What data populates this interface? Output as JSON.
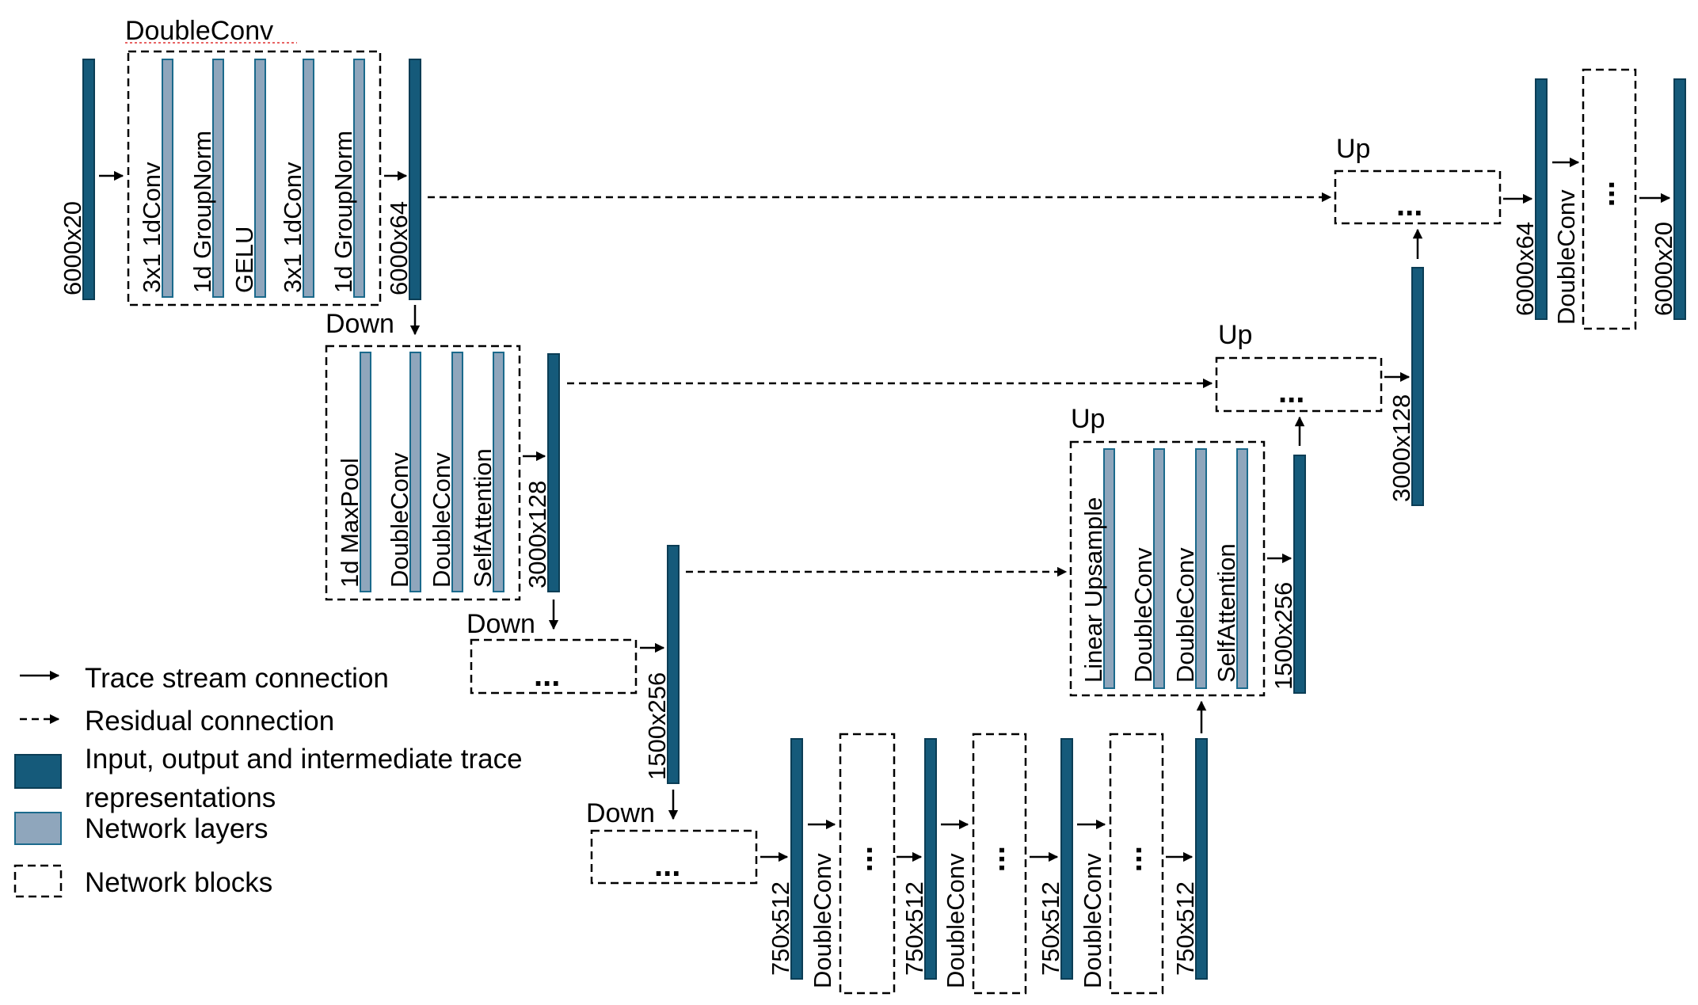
{
  "colors": {
    "representation_fill": "#155A7A",
    "representation_stroke": "#0B3D55",
    "layer_fill": "#8FA6BC",
    "layer_stroke": "#1B6A8C",
    "line": "#000000",
    "spell_underline": "#E03030"
  },
  "block_titles": {
    "doubleconv": "DoubleConv",
    "down_1": "Down",
    "down_2": "Down",
    "down_3": "Down",
    "up_1": "Up",
    "up_2": "Up",
    "up_3": "Up"
  },
  "representations": {
    "r1_input": "6000x20",
    "r2_enc1": "6000x64",
    "r3_enc2": "3000x128",
    "r4_enc3": "1500x256",
    "r5_b1": "750x512",
    "r6_b2": "750x512",
    "r7_b3": "750x512",
    "r8_b4": "750x512",
    "r9_dec3": "1500x256",
    "r10_dec2": "3000x128",
    "r11_dec1": "6000x64",
    "r12_output": "6000x20"
  },
  "layers": {
    "doubleconv": [
      "3x1 1dConv",
      "1d GroupNorm",
      "GELU",
      "3x1 1dConv",
      "1d GroupNorm"
    ],
    "down": [
      "1d MaxPool",
      "DoubleConv",
      "DoubleConv",
      "SelfAttention"
    ],
    "up": [
      "Linear Upsample",
      "DoubleConv",
      "DoubleConv",
      "SelfAttention"
    ]
  },
  "side_labels": {
    "bottleneck_1": "DoubleConv",
    "bottleneck_2": "DoubleConv",
    "bottleneck_3": "DoubleConv",
    "final": "DoubleConv"
  },
  "ellipsis": "...",
  "legend": {
    "trace_stream": "Trace stream connection",
    "residual": "Residual connection",
    "representations_line1": "Input, output and intermediate trace",
    "representations_line2": "representations",
    "layers": "Network layers",
    "blocks": "Network blocks"
  }
}
